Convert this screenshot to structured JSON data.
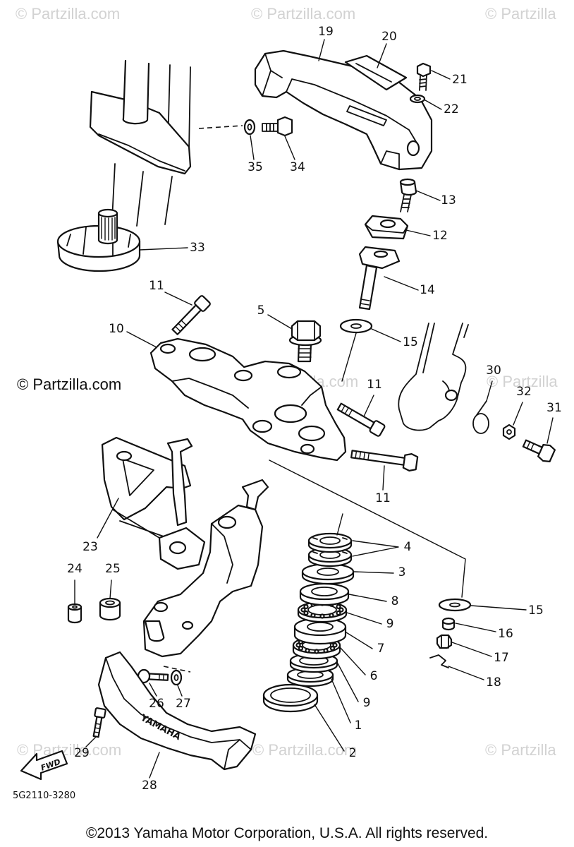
{
  "watermark": {
    "full": "© Partzilla.com",
    "short": "© Partzilla"
  },
  "callouts": [
    "19",
    "20",
    "21",
    "22",
    "35",
    "34",
    "13",
    "12",
    "33",
    "14",
    "11",
    "5",
    "15",
    "10",
    "11",
    "30",
    "32",
    "31",
    "11",
    "23",
    "4",
    "3",
    "24",
    "25",
    "8",
    "15",
    "9",
    "16",
    "7",
    "17",
    "6",
    "18",
    "9",
    "26",
    "27",
    "1",
    "2",
    "29",
    "28"
  ],
  "fwd_label": "FWD",
  "cover_logo": "YAMAHA",
  "diagram_code": "5G2110-3280",
  "copyright": "©2013 Yamaha Motor Corporation, U.S.A. All rights reserved."
}
